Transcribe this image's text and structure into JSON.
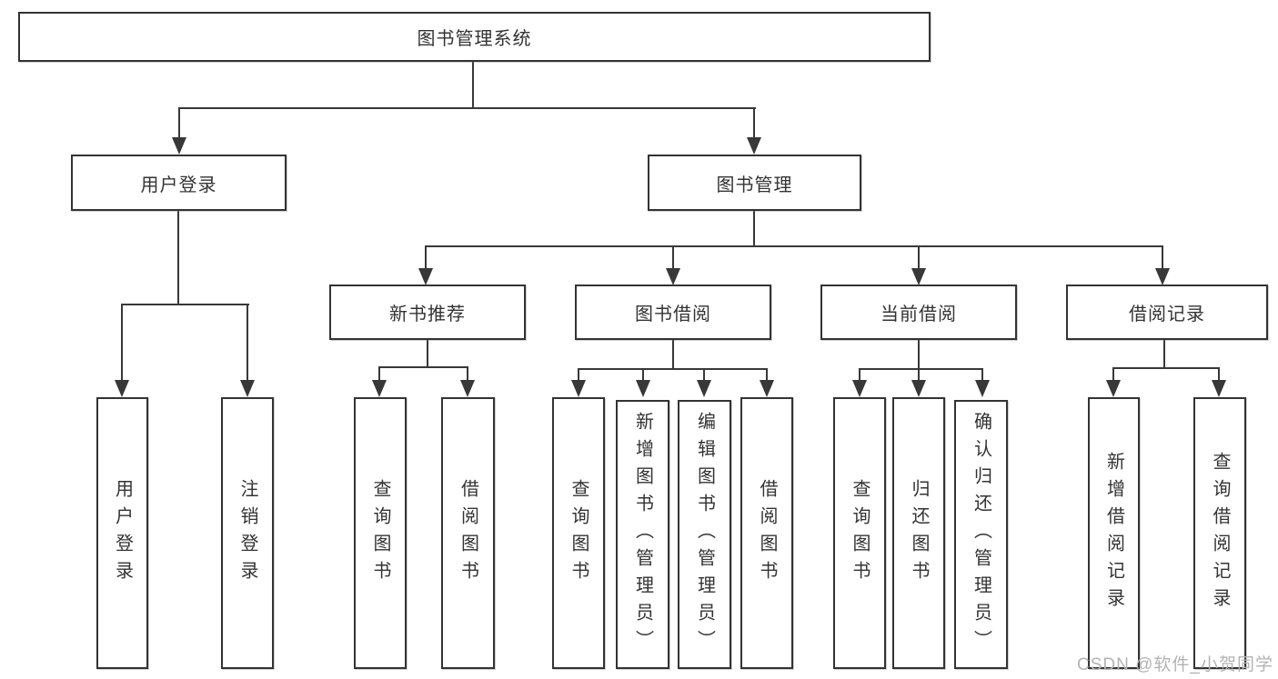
{
  "tree": {
    "root": {
      "label": "图书管理系统"
    },
    "branches": [
      {
        "label": "用户登录",
        "children": [
          {
            "label": "用户登录"
          },
          {
            "label": "注销登录"
          }
        ]
      },
      {
        "label": "图书管理",
        "sections": [
          {
            "label": "新书推荐",
            "children": [
              {
                "label": "查询图书"
              },
              {
                "label": "借阅图书"
              }
            ]
          },
          {
            "label": "图书借阅",
            "children": [
              {
                "label": "查询图书"
              },
              {
                "label": "新增图书（管理员）"
              },
              {
                "label": "编辑图书（管理员）"
              },
              {
                "label": "借阅图书"
              }
            ]
          },
          {
            "label": "当前借阅",
            "children": [
              {
                "label": "查询图书"
              },
              {
                "label": "归还图书"
              },
              {
                "label": "确认归还（管理员）"
              }
            ]
          },
          {
            "label": "借阅记录",
            "children": [
              {
                "label": "新增借阅记录"
              },
              {
                "label": "查询借阅记录"
              }
            ]
          }
        ]
      }
    ]
  },
  "watermark": {
    "text": "CSDN @软件_小贺同学"
  },
  "colors": {
    "line": "#383838",
    "box_border": "#333333",
    "text": "#333333",
    "box_background": "#ffffff",
    "watermark": "#b3b3b3",
    "page_background": "#ffffff"
  }
}
